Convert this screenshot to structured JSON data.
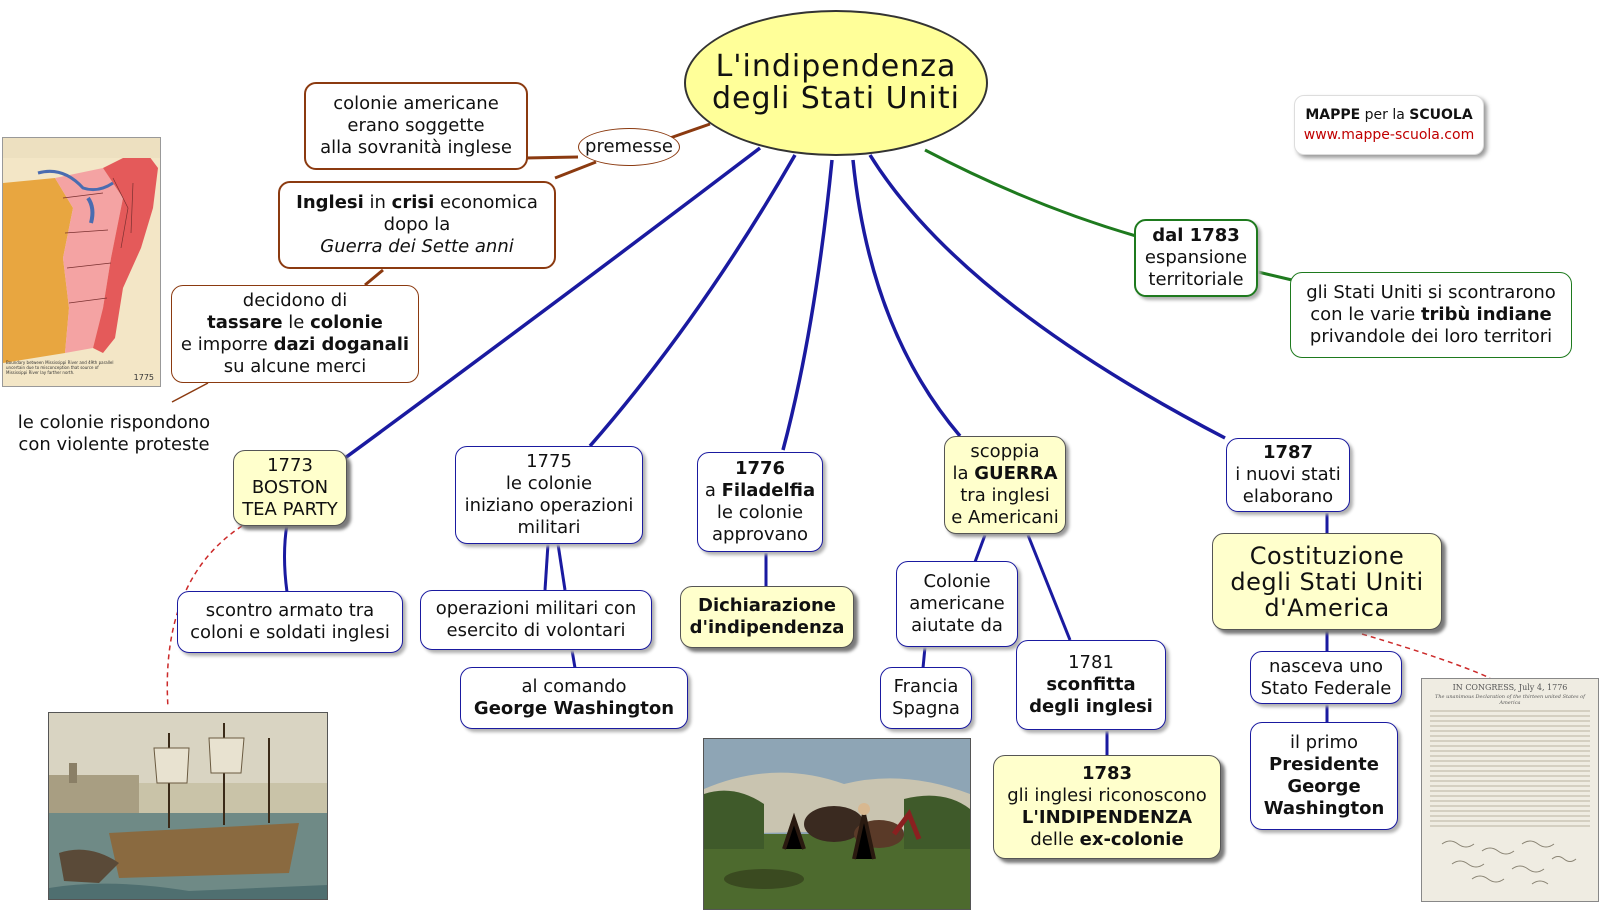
{
  "title": {
    "line1": "L'indipendenza",
    "line2": "degli Stati Uniti"
  },
  "logo": {
    "mappe": "MAPPE",
    "per_la": " per la ",
    "scuola": "SCUOLA",
    "url": "www.mappe-scuola.com"
  },
  "premesse": "premesse",
  "colonie_soggette": [
    "colonie americane",
    "erano soggette",
    "alla sovranità inglese"
  ],
  "inglesi_crisi": {
    "inglesi": "Inglesi",
    "in": " in ",
    "crisi": "crisi",
    "economica": " economica",
    "line2": "dopo la",
    "line3": "Guerra dei Sette anni"
  },
  "decidono": {
    "line1": "decidono di",
    "tassare": "tassare",
    "le": " le ",
    "colonie": "colonie",
    "imporre": "e imporre ",
    "dazi": "dazi doganali",
    "line4": "su alcune merci"
  },
  "proteste": [
    "le colonie rispondono",
    "con violente proteste"
  ],
  "map_image": {
    "year": "1775",
    "caption": "Boundary between Mississippi River and 49th parallel uncertain due to misconception that source of Mississippi River lay farther north."
  },
  "boston": [
    "1773",
    "BOSTON",
    "TEA PARTY"
  ],
  "scontro": [
    "scontro armato tra",
    "coloni e soldati inglesi"
  ],
  "operazioni_1775": [
    "1775",
    "le colonie",
    "iniziano operazioni",
    "militari"
  ],
  "volontari": [
    "operazioni militari con",
    "esercito di volontari"
  ],
  "comando": {
    "line1": "al comando",
    "line2": "George Washington"
  },
  "filadelfia": {
    "year": "1776",
    "a": "a ",
    "city": "Filadelfia",
    "line3": "le colonie",
    "line4": "approvano"
  },
  "dichiarazione": [
    "Dichiarazione",
    "d'indipendenza"
  ],
  "guerra": {
    "line1": "scoppia",
    "la": "la ",
    "guerra": "GUERRA",
    "line3": "tra inglesi",
    "line4": "e Americani"
  },
  "aiutate": [
    "Colonie",
    "americane",
    "aiutate da"
  ],
  "francia": [
    "Francia",
    "Spagna"
  ],
  "sconfitta": {
    "year": "1781",
    "line2": "sconfitta",
    "line3": "degli inglesi"
  },
  "riconoscono": {
    "year": "1783",
    "line2": "gli inglesi riconoscono",
    "line3": "L'INDIPENDENZA",
    "delle": "delle ",
    "ex": "ex-colonie"
  },
  "stati_1787": {
    "year": "1787",
    "line2": "i nuovi stati",
    "line3": "elaborano"
  },
  "costituzione": [
    "Costituzione",
    "degli Stati Uniti",
    "d'America"
  ],
  "federale": [
    "nasceva uno",
    "Stato Federale"
  ],
  "presidente": {
    "line1": "il primo",
    "line2": "Presidente",
    "line3": "George",
    "line4": "Washington"
  },
  "espansione": {
    "year": "dal 1783",
    "line2": "espansione",
    "line3": "territoriale"
  },
  "indiane": {
    "line1": "gli Stati Uniti si scontrarono",
    "con": "con le varie ",
    "tribu": "tribù indiane",
    "line3": "privandole dei loro territori"
  },
  "document_image": {
    "heading": "IN CONGRESS, July 4, 1776",
    "subheading": "The unanimous Declaration of the thirteen united States of America"
  },
  "colors": {
    "blue_link": "#1a1aa0",
    "brown_link": "#8b3a10",
    "green_link": "#1e7a1e",
    "red_dash": "#cc2a2a",
    "ellipse": "#ffff99",
    "yellow_box": "#ffffcc"
  }
}
